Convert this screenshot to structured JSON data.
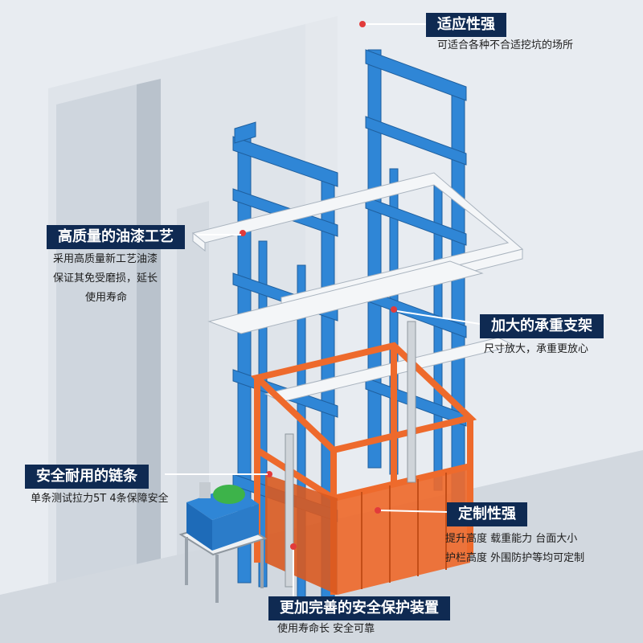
{
  "callouts": {
    "adaptability": {
      "title": "适应性强",
      "desc": "可适合各种不合适挖坑的场所"
    },
    "paint": {
      "title": "高质量的油漆工艺",
      "desc": [
        "采用高质量新工艺油漆",
        "保证其免受磨损，延长",
        "使用寿命"
      ]
    },
    "bracket": {
      "title": "加大的承重支架",
      "desc": "尺寸放大，承重更放心"
    },
    "chain": {
      "title": "安全耐用的链条",
      "desc": "单条测试拉力5T  4条保障安全"
    },
    "custom": {
      "title": "定制性强",
      "desc": [
        "提升高度  载重能力  台面大小",
        "护栏高度  外围防护等均可定制"
      ]
    },
    "safety": {
      "title": "更加完善的安全保护装置",
      "desc": "使用寿命长  安全可靠"
    }
  },
  "colors": {
    "frame_blue": "#2f86d6",
    "cage_orange": "#ee6a2c",
    "label_navy": "#0f2a52",
    "motor_green": "#3db34a",
    "wall": "#d9dfe6"
  }
}
